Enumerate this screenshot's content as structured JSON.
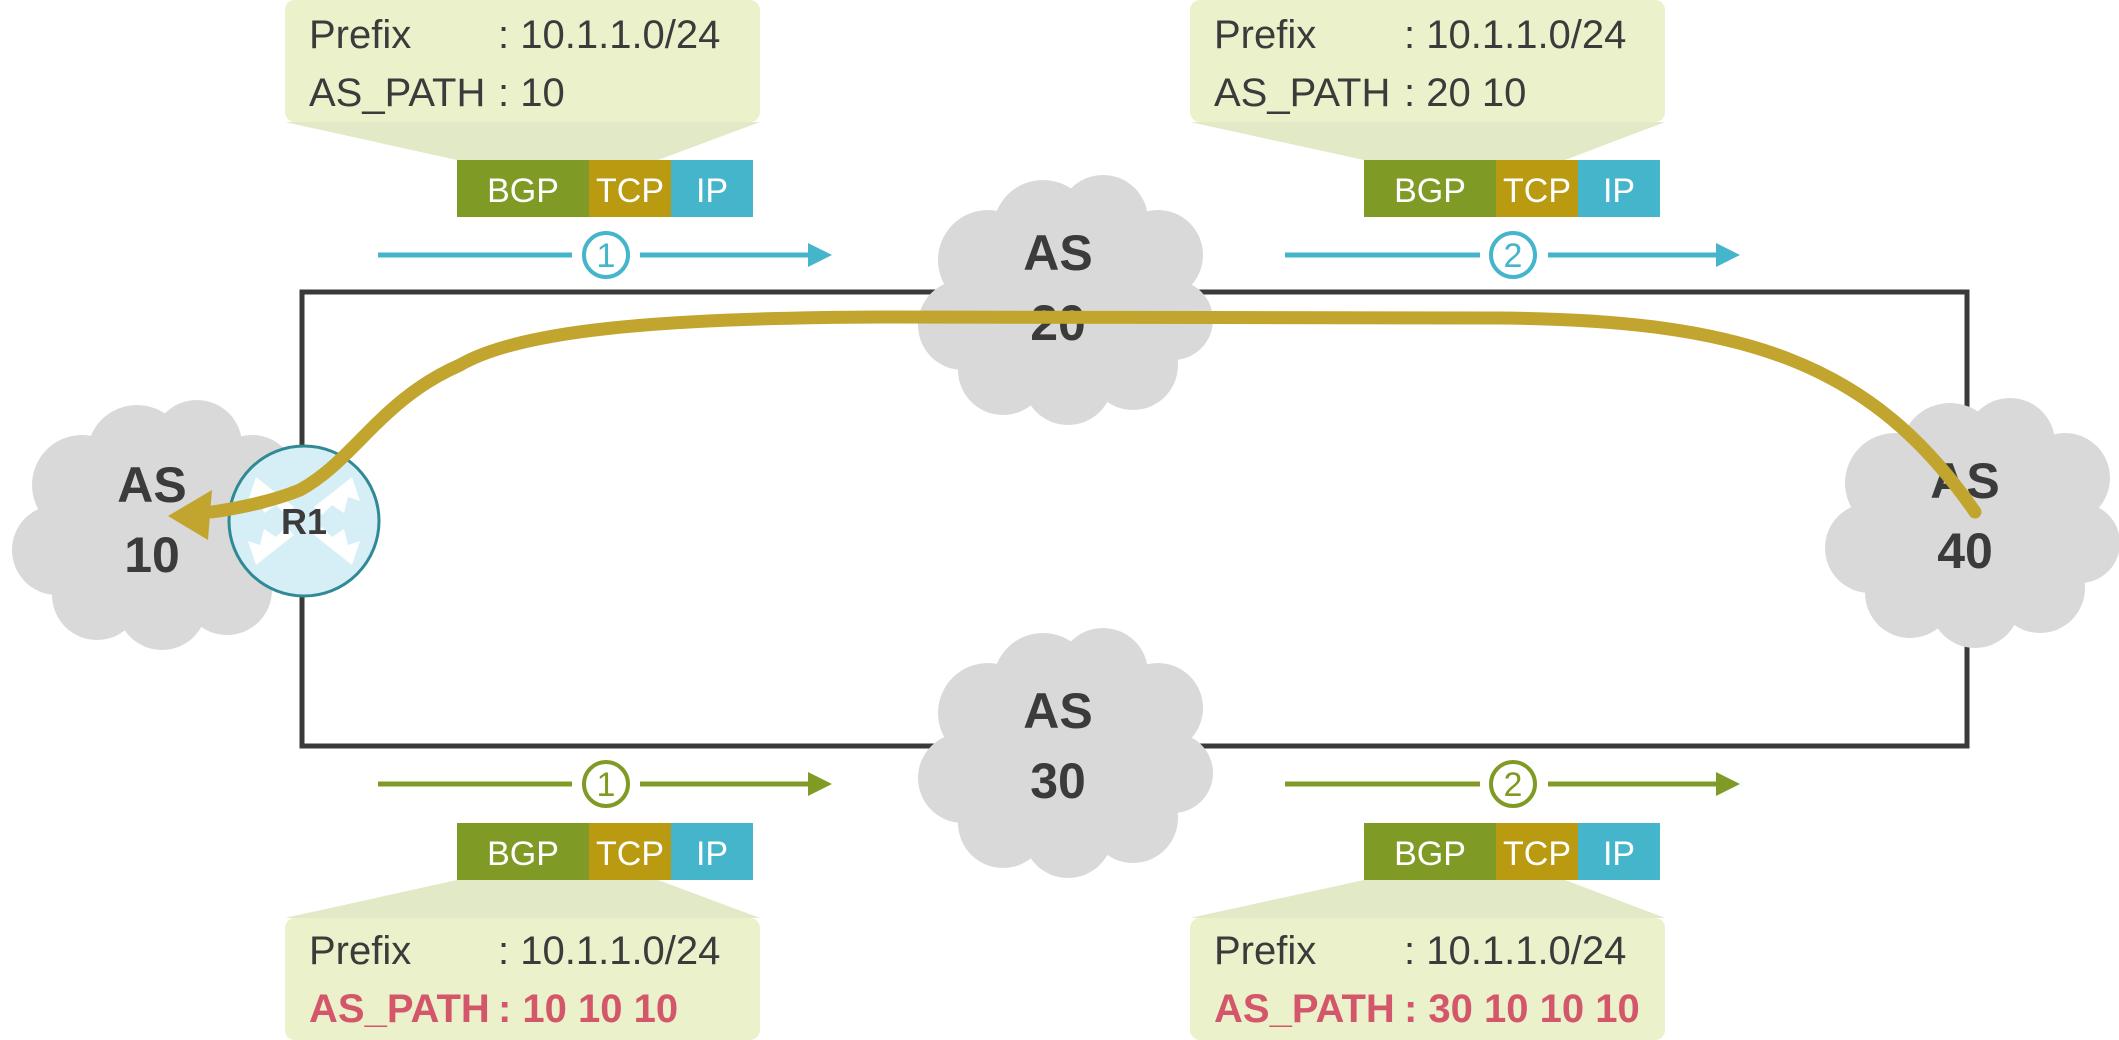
{
  "autonomous_systems": [
    {
      "id": "as10",
      "line1": "AS",
      "line2": "10"
    },
    {
      "id": "as20",
      "line1": "AS",
      "line2": "20"
    },
    {
      "id": "as30",
      "line1": "AS",
      "line2": "30"
    },
    {
      "id": "as40",
      "line1": "AS",
      "line2": "40"
    }
  ],
  "router": {
    "label": "R1"
  },
  "packet_headers": {
    "bgp": "BGP",
    "tcp": "TCP",
    "ip": "IP"
  },
  "updates": [
    {
      "step": "1",
      "prefix_label": "Prefix",
      "prefix_value": ": 10.1.1.0/24",
      "path_label": "AS_PATH",
      "path_value": ": 10",
      "highlight": false
    },
    {
      "step": "2",
      "prefix_label": "Prefix",
      "prefix_value": ": 10.1.1.0/24",
      "path_label": "AS_PATH",
      "path_value": ": 20 10",
      "highlight": false
    },
    {
      "step": "1",
      "prefix_label": "Prefix",
      "prefix_value": ": 10.1.1.0/24",
      "path_label": "AS_PATH",
      "path_value": ": 10 10 10",
      "highlight": true
    },
    {
      "step": "2",
      "prefix_label": "Prefix",
      "prefix_value": ": 10.1.1.0/24",
      "path_label": "AS_PATH",
      "path_value": ": 30 10 10 10",
      "highlight": true
    }
  ],
  "colors": {
    "top_flow": "#45b5cc",
    "bottom_flow": "#7f9b25",
    "selected_path": "#c2a52f",
    "highlight_text": "#d4566a",
    "bgp_block": "#7f9b25",
    "tcp_block": "#b99a10",
    "ip_block": "#45b5cc",
    "info_box": "#ebf2cb",
    "cloud": "#d9d9d9",
    "router_fill": "#d6eef5",
    "router_stroke": "#2f8a96",
    "link": "#3a3a3a"
  }
}
